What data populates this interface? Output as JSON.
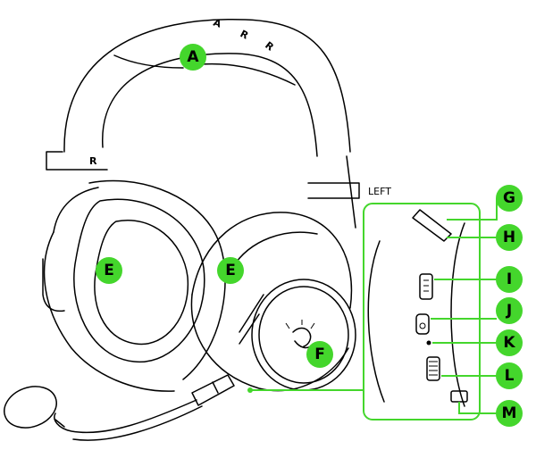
{
  "colors": {
    "marker": "#44d62c",
    "line_art": "#000000",
    "background": "#ffffff"
  },
  "side_label": "LEFT",
  "headband_letter": "R",
  "markers": {
    "A": "A",
    "E1": "E",
    "E2": "E",
    "F": "F",
    "G": "G",
    "H": "H",
    "I": "I",
    "J": "J",
    "K": "K",
    "L": "L",
    "M": "M"
  }
}
